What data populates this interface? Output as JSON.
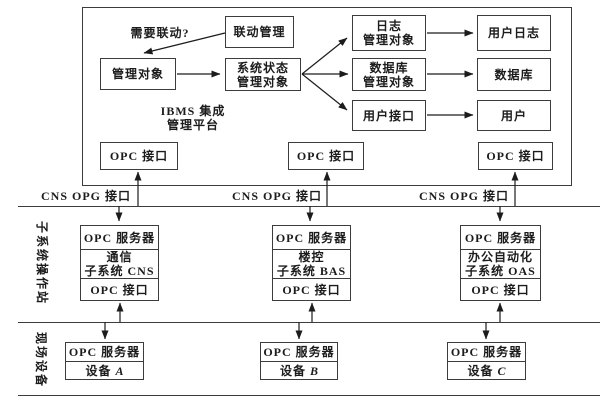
{
  "platform": {
    "title": {
      "line1": "IBMS 集成",
      "line2": "管理平台"
    },
    "question_label": "需要联动?",
    "linkage_box": "联动管理",
    "managed_object_box": "管理对象",
    "system_status_box": {
      "line1": "系统状态",
      "line2": "管理对象"
    },
    "log_box": {
      "line1": "日志",
      "line2": "管理对象"
    },
    "database_mgr_box": {
      "line1": "数据库",
      "line2": "管理对象"
    },
    "user_interface_box": "用户接口",
    "user_log_box": "用户日志",
    "database_box": "数据库",
    "user_box": "用户",
    "opc_interfaces": [
      "OPC 接口",
      "OPC 接口",
      "OPC 接口"
    ]
  },
  "bus_labels": [
    "CNS OPG 接口",
    "CNS OPG 接口",
    "CNS OPG 接口"
  ],
  "side_labels": {
    "middle_tier": "子系统操作站",
    "bottom_tier": "现场设备"
  },
  "subsystems": [
    {
      "server": "OPC 服务器",
      "name_line1": "通信",
      "name_line2": "子系统 CNS",
      "interface": "OPC 接口"
    },
    {
      "server": "OPC 服务器",
      "name_line1": "楼控",
      "name_line2": "子系统 BAS",
      "interface": "OPC 接口"
    },
    {
      "server": "OPC 服务器",
      "name_line1": "办公自动化",
      "name_line2": "子系统 OAS",
      "interface": "OPC 接口"
    }
  ],
  "devices": [
    {
      "server": "OPC 服务器",
      "label": "设备",
      "id": "A"
    },
    {
      "server": "OPC 服务器",
      "label": "设备",
      "id": "B"
    },
    {
      "server": "OPC 服务器",
      "label": "设备",
      "id": "C"
    }
  ]
}
